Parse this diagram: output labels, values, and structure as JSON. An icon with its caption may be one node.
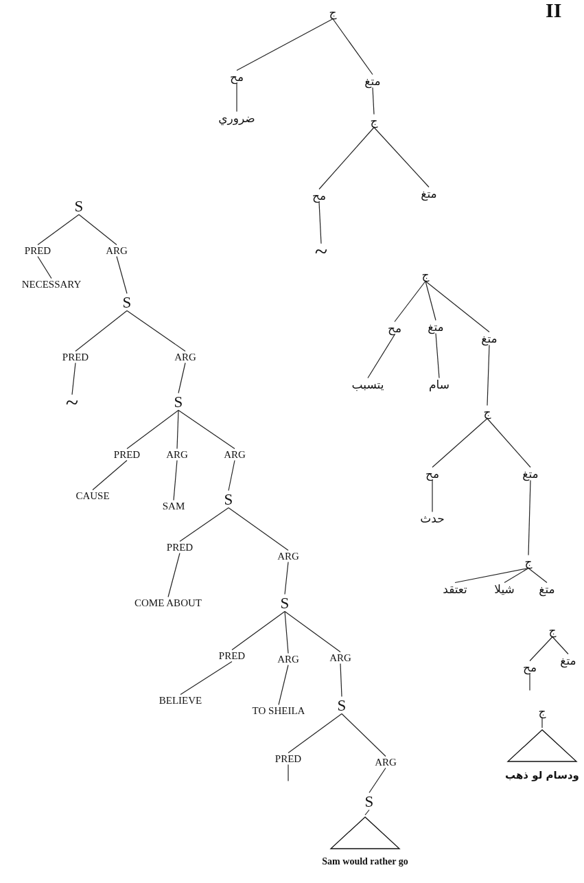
{
  "diagram": {
    "nodes": [
      {
        "text": [
          "ج"
        ]
      },
      {
        "text": [
          "مح"
        ]
      },
      {
        "text": [
          "ضروري"
        ]
      },
      {
        "text": [
          "متغ"
        ]
      },
      {
        "text": [
          "ج"
        ]
      },
      {
        "text": [
          "مح"
        ]
      },
      {
        "text": [
          "~"
        ]
      },
      {
        "text": [
          "متغ"
        ]
      },
      {
        "text": [
          "ج"
        ]
      },
      {
        "text": [
          "مح"
        ]
      },
      {
        "text": [
          "يتسبب"
        ]
      },
      {
        "text": [
          "متغ"
        ]
      },
      {
        "text": [
          "سام"
        ]
      },
      {
        "text": [
          "متغ"
        ]
      },
      {
        "text": [
          "ج"
        ]
      },
      {
        "text": [
          "مح"
        ]
      },
      {
        "text": [
          "حدث"
        ]
      },
      {
        "text": [
          "متغ"
        ]
      },
      {
        "text": [
          "ج"
        ]
      },
      {
        "text": [
          "تعتقد"
        ]
      },
      {
        "text": [
          "شيلا"
        ]
      },
      {
        "text": [
          "متغ"
        ]
      },
      {
        "text": [
          "ج"
        ]
      },
      {
        "text": [
          "مح"
        ]
      },
      {
        "text": [
          "متغ"
        ]
      },
      {
        "text": [
          "ج"
        ]
      },
      {
        "text": [],
        "shape": "triangle",
        "beside": [
          "ودسام لو ذهب"
        ]
      },
      {
        "text": [
          "S"
        ]
      },
      {
        "text": [
          "PRED"
        ]
      },
      {
        "text": [
          "NECESSARY"
        ]
      },
      {
        "text": [
          "ARG"
        ]
      },
      {
        "text": [
          "S"
        ]
      },
      {
        "text": [
          "PRED"
        ]
      },
      {
        "text": [
          "~"
        ]
      },
      {
        "text": [
          "ARG"
        ]
      },
      {
        "text": [
          "S"
        ]
      },
      {
        "text": [
          "PRED"
        ]
      },
      {
        "text": [
          "CAUSE"
        ]
      },
      {
        "text": [
          "ARG"
        ]
      },
      {
        "text": [
          "SAM"
        ]
      },
      {
        "text": [
          "ARG"
        ]
      },
      {
        "text": [
          "S"
        ]
      },
      {
        "text": [
          "PRED"
        ]
      },
      {
        "text": [
          "COME ABOUT"
        ]
      },
      {
        "text": [
          "ARG"
        ]
      },
      {
        "text": [
          "S"
        ]
      },
      {
        "text": [
          "PRED"
        ]
      },
      {
        "text": [
          "BELIEVE"
        ]
      },
      {
        "text": [
          "ARG"
        ]
      },
      {
        "text": [
          "TO SHEILA"
        ]
      },
      {
        "text": [
          "ARG"
        ]
      },
      {
        "text": [
          "S"
        ]
      },
      {
        "text": [
          "PRED"
        ]
      },
      {
        "text": [
          "ARG"
        ]
      },
      {
        "text": [
          "S"
        ]
      },
      {
        "text": [],
        "shape": "triangle",
        "beside": [
          "Sam would rather go"
        ]
      }
    ],
    "edges": [
      {
        "from": 0,
        "to": 1,
        "arrow": "none"
      },
      {
        "from": 0,
        "to": 3,
        "arrow": "none"
      },
      {
        "from": 1,
        "to": 2,
        "arrow": "none"
      },
      {
        "from": 3,
        "to": 4,
        "arrow": "none"
      },
      {
        "from": 4,
        "to": 5,
        "arrow": "none"
      },
      {
        "from": 4,
        "to": 7,
        "arrow": "none"
      },
      {
        "from": 5,
        "to": 6,
        "arrow": "none"
      },
      {
        "from": 8,
        "to": 9,
        "arrow": "none"
      },
      {
        "from": 8,
        "to": 11,
        "arrow": "none"
      },
      {
        "from": 8,
        "to": 13,
        "arrow": "none"
      },
      {
        "from": 9,
        "to": 10,
        "arrow": "none"
      },
      {
        "from": 11,
        "to": 12,
        "arrow": "none"
      },
      {
        "from": 13,
        "to": 14,
        "arrow": "none"
      },
      {
        "from": 14,
        "to": 15,
        "arrow": "none"
      },
      {
        "from": 14,
        "to": 17,
        "arrow": "none"
      },
      {
        "from": 15,
        "to": 16,
        "arrow": "none"
      },
      {
        "from": 17,
        "to": 18,
        "arrow": "none"
      },
      {
        "from": 18,
        "to": 19,
        "arrow": "none"
      },
      {
        "from": 18,
        "to": 20,
        "arrow": "none"
      },
      {
        "from": 18,
        "to": 21,
        "arrow": "none"
      },
      {
        "from": 22,
        "to": 23,
        "arrow": "none"
      },
      {
        "from": 22,
        "to": 24,
        "arrow": "none"
      },
      {
        "from": 23,
        "to": null,
        "arrow": "none"
      },
      {
        "from": 25,
        "to": 26,
        "arrow": "none"
      },
      {
        "from": 27,
        "to": 28,
        "arrow": "none"
      },
      {
        "from": 27,
        "to": 30,
        "arrow": "none"
      },
      {
        "from": 28,
        "to": 29,
        "arrow": "none"
      },
      {
        "from": 30,
        "to": 31,
        "arrow": "none"
      },
      {
        "from": 31,
        "to": 32,
        "arrow": "none"
      },
      {
        "from": 31,
        "to": 34,
        "arrow": "none"
      },
      {
        "from": 32,
        "to": 33,
        "arrow": "none"
      },
      {
        "from": 34,
        "to": 35,
        "arrow": "none"
      },
      {
        "from": 35,
        "to": 36,
        "arrow": "none"
      },
      {
        "from": 35,
        "to": 38,
        "arrow": "none"
      },
      {
        "from": 35,
        "to": 40,
        "arrow": "none"
      },
      {
        "from": 36,
        "to": 37,
        "arrow": "none"
      },
      {
        "from": 38,
        "to": 39,
        "arrow": "none"
      },
      {
        "from": 40,
        "to": 41,
        "arrow": "none"
      },
      {
        "from": 41,
        "to": 42,
        "arrow": "none"
      },
      {
        "from": 41,
        "to": 44,
        "arrow": "none"
      },
      {
        "from": 42,
        "to": 43,
        "arrow": "none"
      },
      {
        "from": 44,
        "to": 45,
        "arrow": "none"
      },
      {
        "from": 45,
        "to": 46,
        "arrow": "none"
      },
      {
        "from": 45,
        "to": 48,
        "arrow": "none"
      },
      {
        "from": 45,
        "to": 50,
        "arrow": "none"
      },
      {
        "from": 46,
        "to": 47,
        "arrow": "none"
      },
      {
        "from": 48,
        "to": 49,
        "arrow": "none"
      },
      {
        "from": 50,
        "to": 51,
        "arrow": "none"
      },
      {
        "from": 51,
        "to": 52,
        "arrow": "none"
      },
      {
        "from": 51,
        "to": 53,
        "arrow": "none"
      },
      {
        "from": 52,
        "to": null,
        "arrow": "none"
      },
      {
        "from": 53,
        "to": 54,
        "arrow": "none"
      },
      {
        "from": 54,
        "to": 55,
        "arrow": "none"
      }
    ],
    "labels": [
      "II"
    ]
  }
}
